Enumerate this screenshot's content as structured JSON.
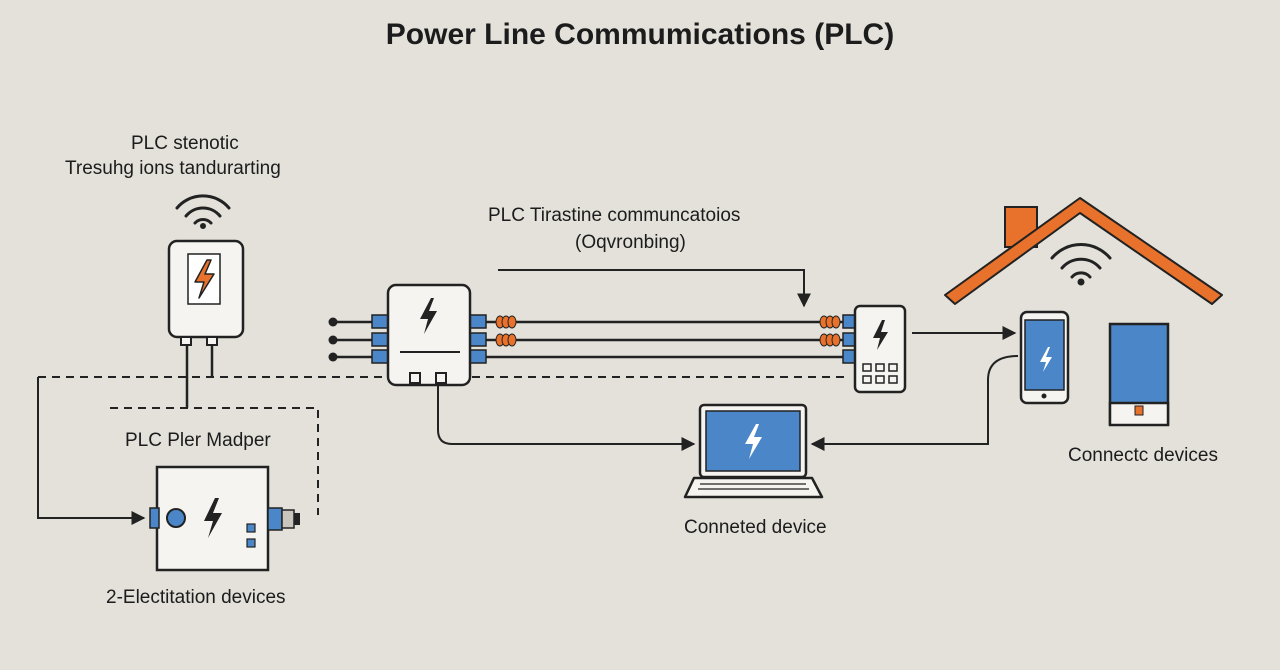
{
  "title": "Power Line Commumications (PLC)",
  "labels": {
    "top_left_line1": "PLC stenotic",
    "top_left_line2": "Tresuhg ions tandurarting",
    "center_line1": "PLC Tirastine communcatoios",
    "center_line2": "(Oqvronbing)",
    "adapter": "PLC Pler Madper",
    "bottom_left": "2-Electitation devices",
    "laptop": "Conneted device",
    "right_devices": "Connectc devices"
  },
  "icons": [
    "wifi-icon",
    "lightning-bolt-icon",
    "house-icon",
    "smartphone-icon",
    "laptop-icon",
    "tablet-icon"
  ],
  "colors": {
    "background": "#e3e1da",
    "line": "#222222",
    "accent_orange": "#e8722c",
    "accent_blue": "#4a86c8",
    "device_fill": "#f5f4f0"
  }
}
